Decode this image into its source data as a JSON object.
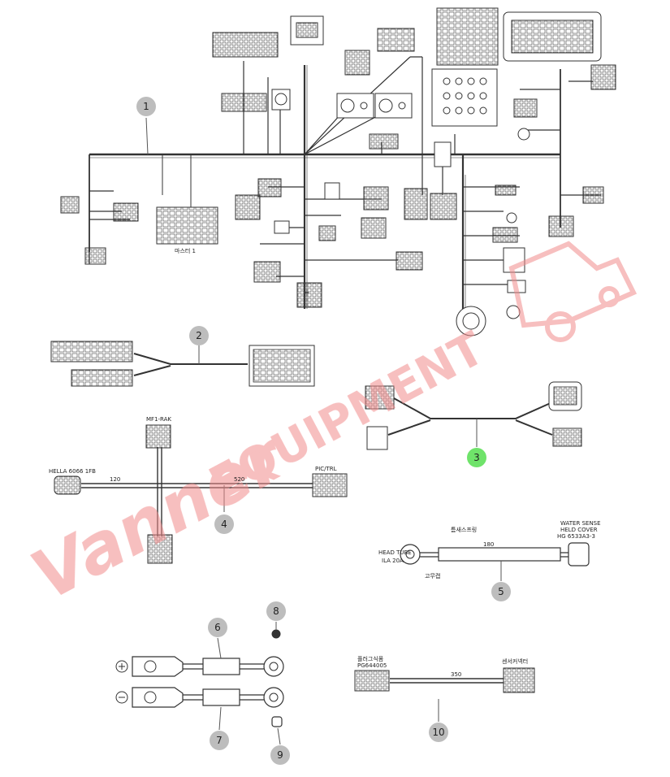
{
  "callouts": [
    {
      "id": "1",
      "label": "1",
      "highlight": false
    },
    {
      "id": "2",
      "label": "2",
      "highlight": false
    },
    {
      "id": "3",
      "label": "3",
      "highlight": true
    },
    {
      "id": "4",
      "label": "4",
      "highlight": false
    },
    {
      "id": "5",
      "label": "5",
      "highlight": false
    },
    {
      "id": "6",
      "label": "6",
      "highlight": false
    },
    {
      "id": "7",
      "label": "7",
      "highlight": false
    },
    {
      "id": "8",
      "label": "8",
      "highlight": false
    },
    {
      "id": "9",
      "label": "9",
      "highlight": false
    },
    {
      "id": "10",
      "label": "10",
      "highlight": false
    }
  ],
  "watermark": {
    "text_script": "Vanner",
    "text_bold": "EQUIPMENT",
    "color": "#f08a8a"
  },
  "labels": {
    "ground_cable_left_1": "HEAD TUBE",
    "ground_cable_left_2": "ILA 20A",
    "ground_cable_top": "틈새스프링",
    "ground_cable_bottom": "고무캡",
    "ground_cable_right_1": "WATER SENSE",
    "ground_cable_right_2": "HELD COVER",
    "ground_cable_right_3": "HG 6533A3-3",
    "ground_cable_len": "180",
    "ext_harness_left": "플러그식몸",
    "ext_harness_left_2": "PG644005",
    "ext_harness_right": "센서커넥터",
    "ext_harness_len": "350",
    "harness4_left": "HELLA 6066 1FB",
    "harness4_len1": "120",
    "harness4_len2": "520",
    "harness4_right": "PIC/TRL",
    "harness4_top": "MF1-RAK",
    "battery_plus": "+",
    "battery_minus": "−",
    "main_label": "마스터 1"
  },
  "colors": {
    "line": "#333333",
    "callout_fill": "#bdbdbd",
    "callout_highlight": "#6fe36a",
    "callout_text": "#222222"
  }
}
